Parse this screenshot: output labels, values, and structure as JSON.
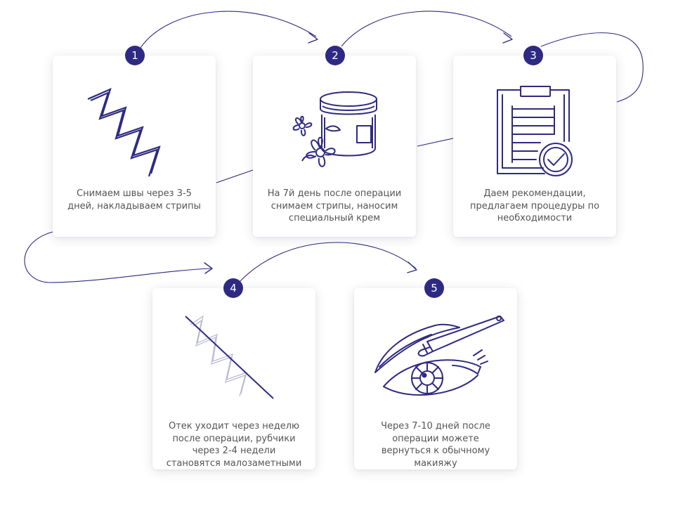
{
  "colors": {
    "primary": "#2e2a83",
    "text": "#555555",
    "card_bg": "#ffffff"
  },
  "steps": [
    {
      "number": "1",
      "text": "Снимаем швы через 3-5 дней, накладываем стрипы",
      "icon": "zigzag-stitches-icon"
    },
    {
      "number": "2",
      "text": "На 7й день после операции снимаем стрипы, наносим специальный крем",
      "icon": "cream-jar-with-flowers-icon"
    },
    {
      "number": "3",
      "text": "Даем рекомендации, предлагаем процедуры по необходимости",
      "icon": "clipboard-checkmark-icon"
    },
    {
      "number": "4",
      "text": "Отек уходит через неделю после операции, рубчики через 2-4 недели становятся малозаметными",
      "icon": "fading-scar-icon"
    },
    {
      "number": "5",
      "text": "Через 7-10 дней после операции можете вернуться к обычному макияжу",
      "icon": "eye-makeup-brush-icon"
    }
  ]
}
